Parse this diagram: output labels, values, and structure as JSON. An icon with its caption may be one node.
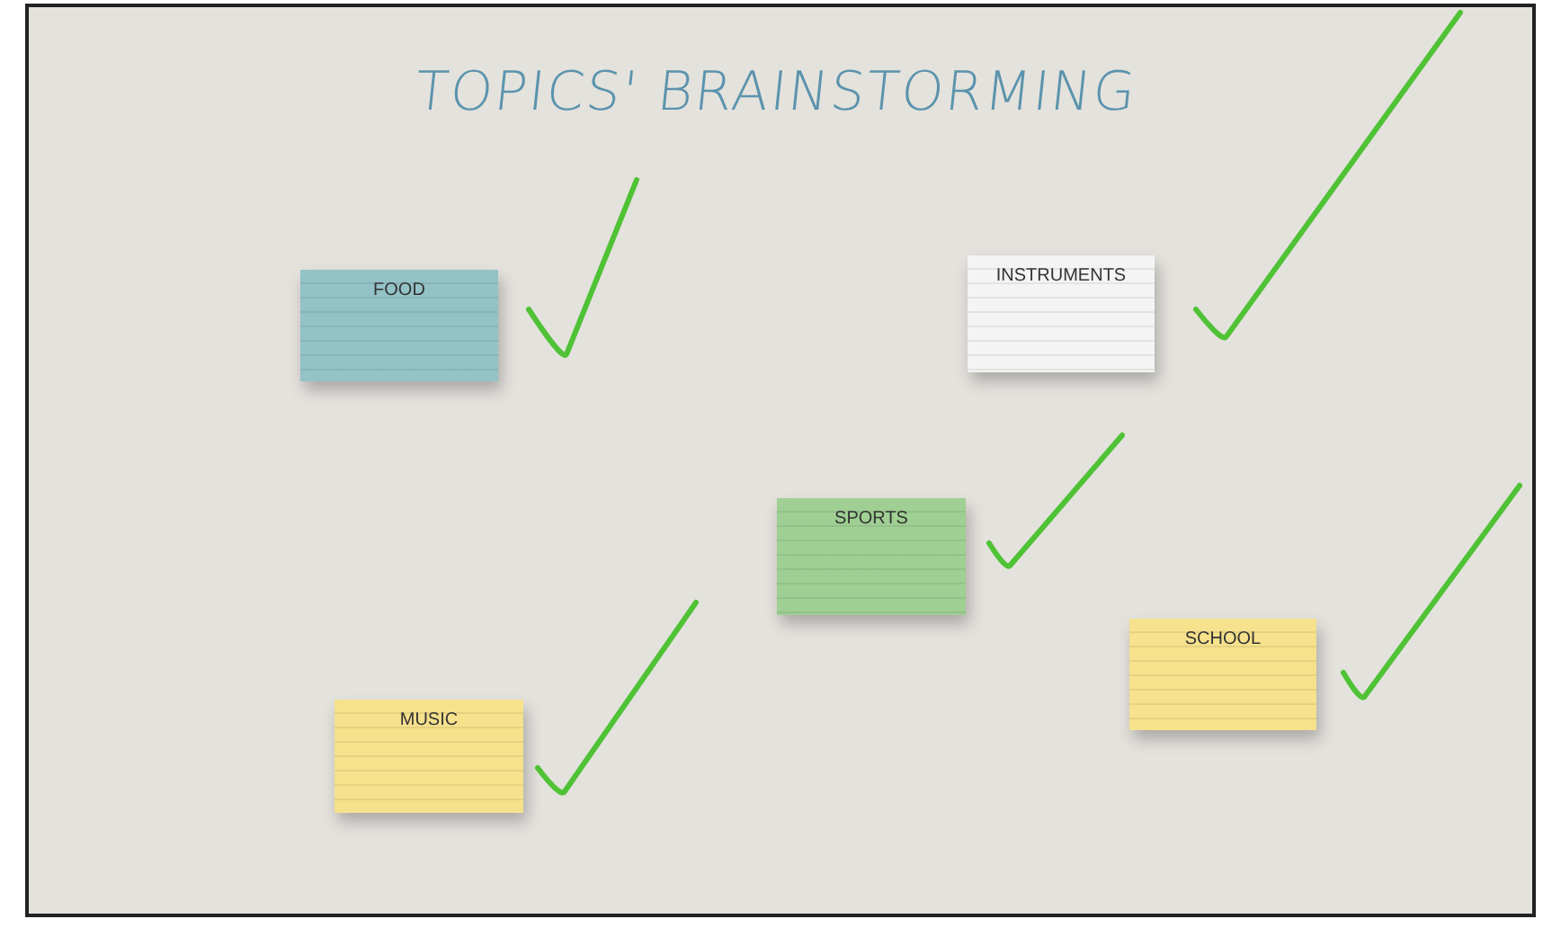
{
  "diagram": {
    "title": "TOPICS' BRAINSTORMING",
    "nodes": [
      {
        "text": [
          "FOOD"
        ]
      },
      {
        "text": [
          "INSTRUMENTS"
        ]
      },
      {
        "text": [
          "SPORTS"
        ]
      },
      {
        "text": [
          "SCHOOL"
        ]
      },
      {
        "text": [
          "MUSIC"
        ]
      }
    ],
    "edges": []
  }
}
